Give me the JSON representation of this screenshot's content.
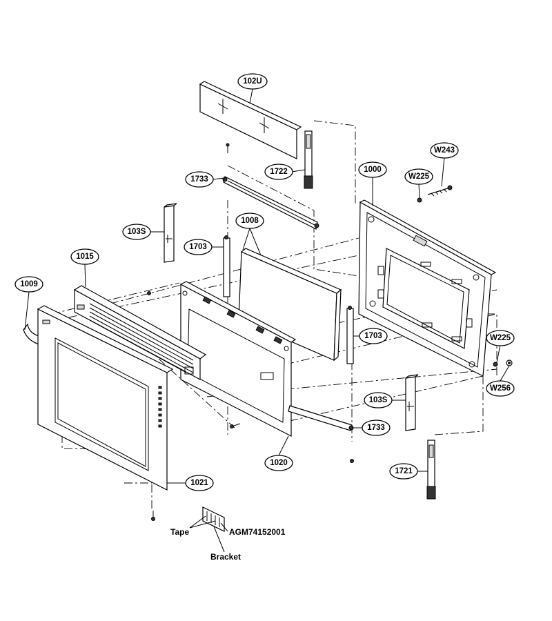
{
  "callouts": {
    "c102U": "102U",
    "c1722": "1722",
    "c1733_top": "1733",
    "cW243": "W243",
    "cW225_top": "W225",
    "c1000": "1000",
    "c1008": "1008",
    "c103S_left": "103S",
    "c1703_left": "1703",
    "c1015": "1015",
    "c1009": "1009",
    "c1703_right": "1703",
    "cW225_right": "W225",
    "cW256": "W256",
    "c103S_right": "103S",
    "c1733_bottom": "1733",
    "c1020": "1020",
    "c1721": "1721",
    "c1021": "1021"
  },
  "bracket_detail": {
    "tape_label": "Tape",
    "part_number": "AGM74152001",
    "bracket_label": "Bracket"
  }
}
